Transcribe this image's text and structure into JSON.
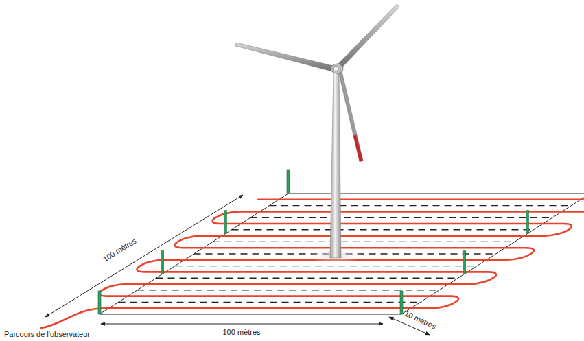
{
  "diagram": {
    "labels": [
      "100 mètres",
      "100 mètres",
      "10 mètres",
      "Parcours de l'observateur"
    ]
  }
}
